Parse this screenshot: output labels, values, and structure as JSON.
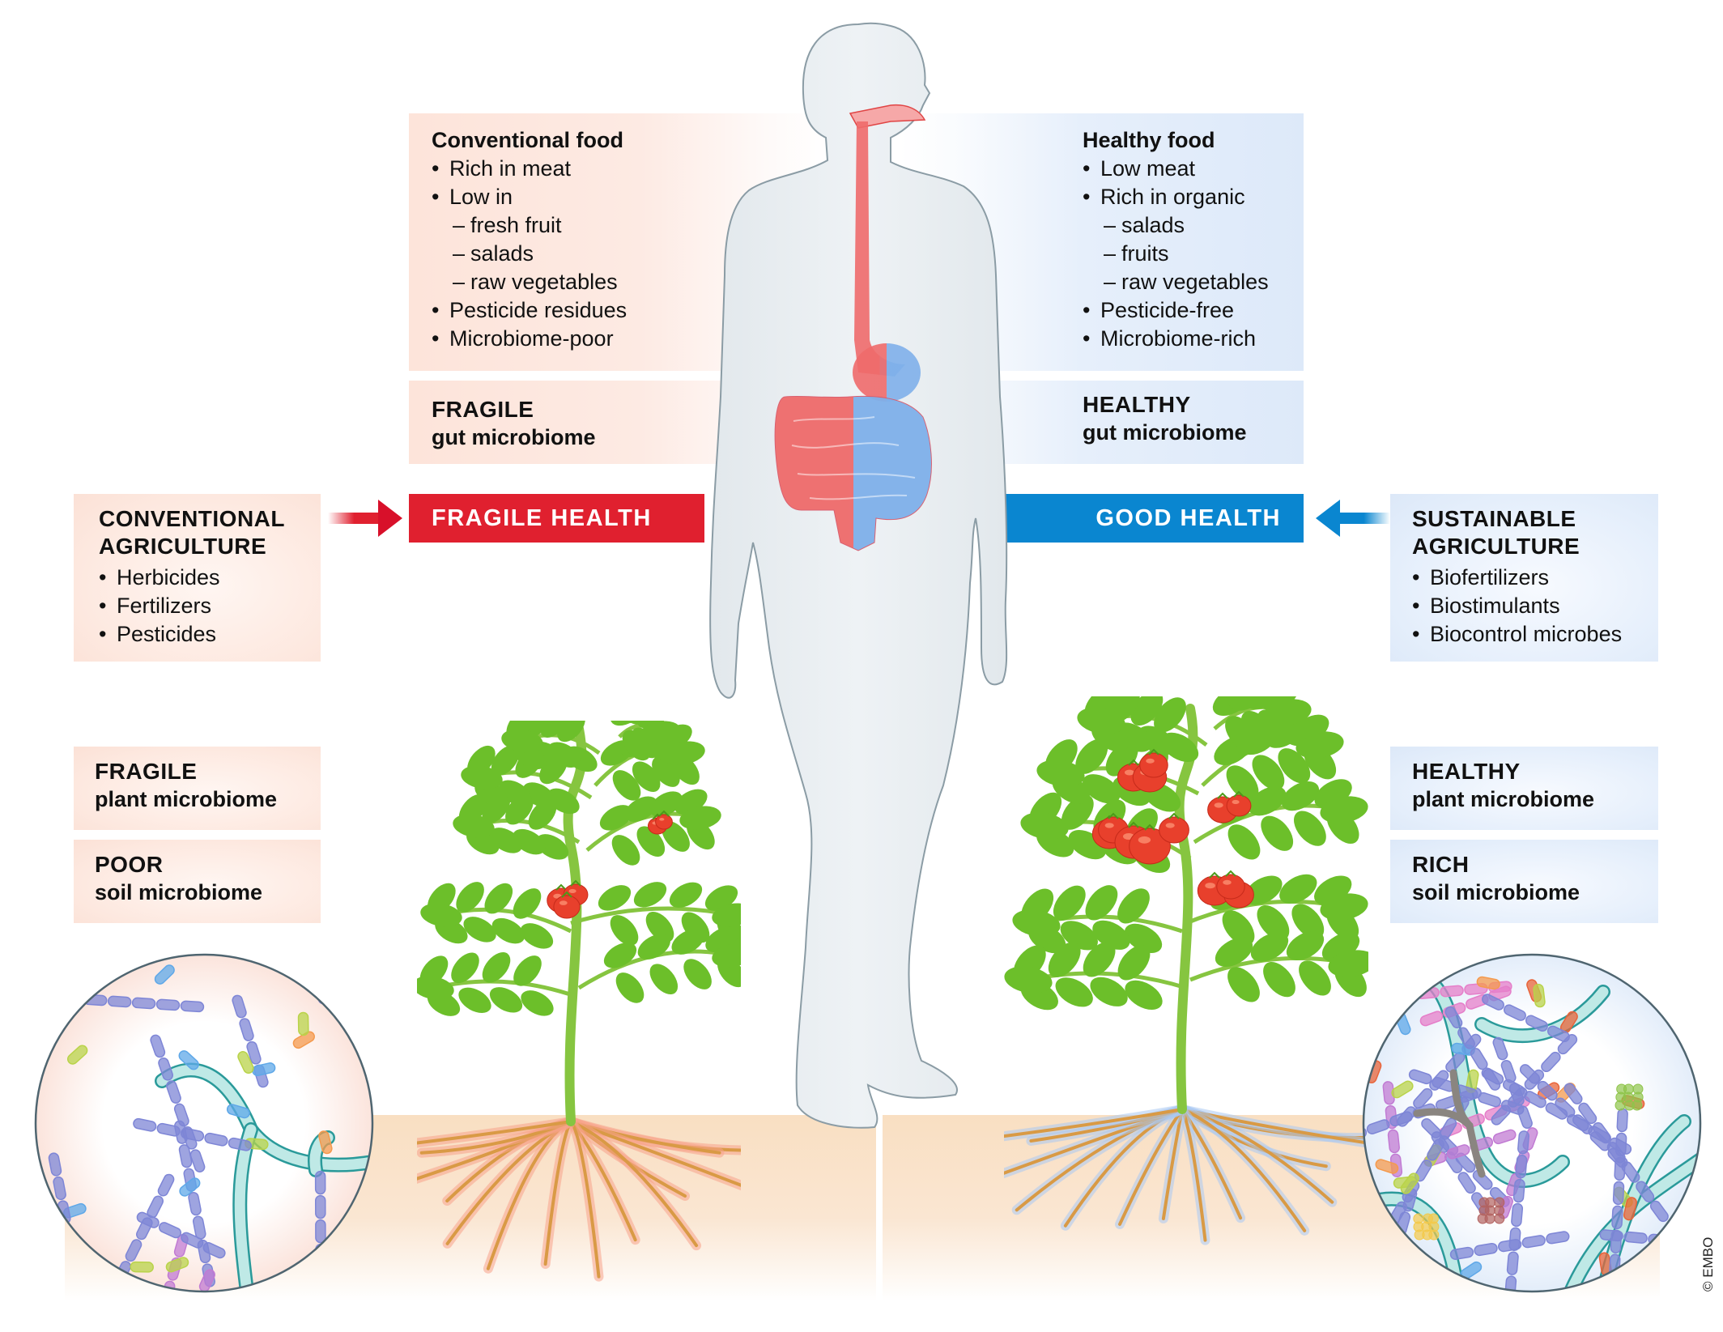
{
  "conventional_food": {
    "title": "Conventional food",
    "items": [
      {
        "type": "bullet",
        "text": "Rich in meat"
      },
      {
        "type": "bullet",
        "text": "Low in"
      },
      {
        "type": "sub",
        "text": "fresh fruit"
      },
      {
        "type": "sub",
        "text": "salads"
      },
      {
        "type": "sub",
        "text": "raw vegetables"
      },
      {
        "type": "bullet",
        "text": "Pesticide residues"
      },
      {
        "type": "bullet",
        "text": "Microbiome-poor"
      }
    ]
  },
  "healthy_food": {
    "title": "Healthy food",
    "items": [
      {
        "type": "bullet",
        "text": "Low meat"
      },
      {
        "type": "bullet",
        "text": "Rich in organic"
      },
      {
        "type": "sub",
        "text": "salads"
      },
      {
        "type": "sub",
        "text": "fruits"
      },
      {
        "type": "sub",
        "text": "raw vegetables"
      },
      {
        "type": "bullet",
        "text": "Pesticide-free"
      },
      {
        "type": "bullet",
        "text": "Microbiome-rich"
      }
    ]
  },
  "gut_fragile": {
    "title": "FRAGILE",
    "subtitle": "gut microbiome"
  },
  "gut_healthy": {
    "title": "HEALTHY",
    "subtitle": "gut microbiome"
  },
  "banners": {
    "fragile_health": "FRAGILE HEALTH",
    "good_health": "GOOD HEALTH"
  },
  "conventional_agriculture": {
    "title_line1": "CONVENTIONAL",
    "title_line2": "AGRICULTURE",
    "items": [
      "Herbicides",
      "Fertilizers",
      "Pesticides"
    ]
  },
  "sustainable_agriculture": {
    "title_line1": "SUSTAINABLE",
    "title_line2": "AGRICULTURE",
    "items": [
      "Biofertilizers",
      "Biostimulants",
      "Biocontrol microbes"
    ]
  },
  "plant_fragile": {
    "title": "FRAGILE",
    "subtitle": "plant microbiome"
  },
  "soil_poor": {
    "title": "POOR",
    "subtitle": "soil microbiome"
  },
  "plant_healthy": {
    "title": "HEALTHY",
    "subtitle": "plant microbiome"
  },
  "soil_rich": {
    "title": "RICH",
    "subtitle": "soil microbiome"
  },
  "colors": {
    "fragile_red": "#e0202f",
    "good_blue": "#0a86d0",
    "pink_panel": "#fde4da",
    "blue_panel": "#dde9f9",
    "soil": "#f9dfc2",
    "leaf_green": "#6cbf2a",
    "tomato_red": "#e8402c"
  },
  "credit": "© EMBO"
}
